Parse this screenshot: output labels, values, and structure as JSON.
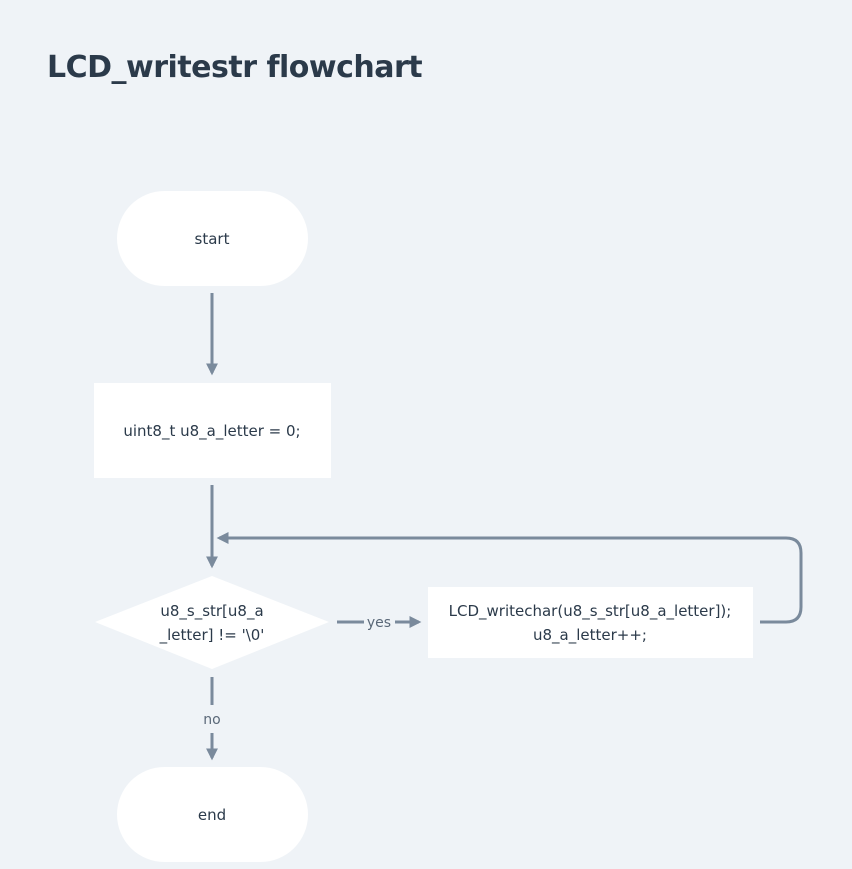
{
  "title": "LCD_writestr flowchart",
  "nodes": {
    "start": {
      "label": "start"
    },
    "init": {
      "label": "uint8_t u8_a_letter = 0;"
    },
    "condition": {
      "line1": "u8_s_str[u8_a",
      "line2": "_letter] != '\\0'"
    },
    "process": {
      "line1": "LCD_writechar(u8_s_str[u8_a_letter]);",
      "line2": "u8_a_letter++;"
    },
    "end": {
      "label": "end"
    }
  },
  "edges": {
    "yes_label": "yes",
    "no_label": "no"
  },
  "colors": {
    "background": "#eff3f7",
    "node_fill": "#ffffff",
    "edge": "#7a8a9c",
    "text": "#2b3a4a"
  }
}
